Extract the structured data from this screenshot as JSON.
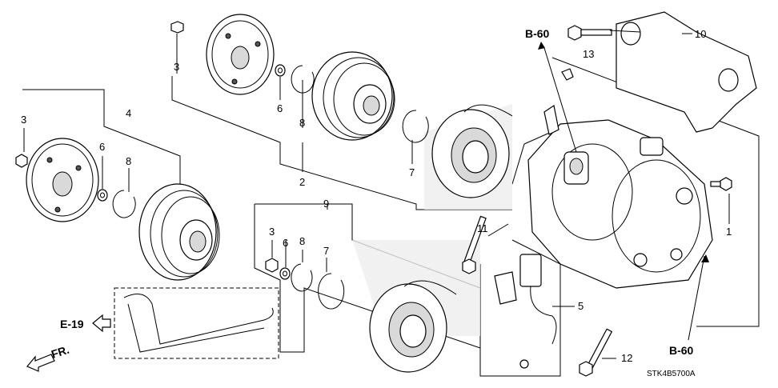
{
  "diagram": {
    "callouts": {
      "c1": "1",
      "c2": "2",
      "c3a": "3",
      "c3b": "3",
      "c3c": "3",
      "c4": "4",
      "c5": "5",
      "c6a": "6",
      "c6b": "6",
      "c6c": "6",
      "c7a": "7",
      "c7b": "7",
      "c8a": "8",
      "c8b": "8",
      "c8c": "8",
      "c9": "9",
      "c10": "10",
      "c11": "11",
      "c12": "12",
      "c13": "13"
    },
    "refs": {
      "b60_top": "B-60",
      "b60_bottom": "B-60",
      "e19": "E-19",
      "fr": "FR."
    },
    "code": "STK4B5700A"
  }
}
